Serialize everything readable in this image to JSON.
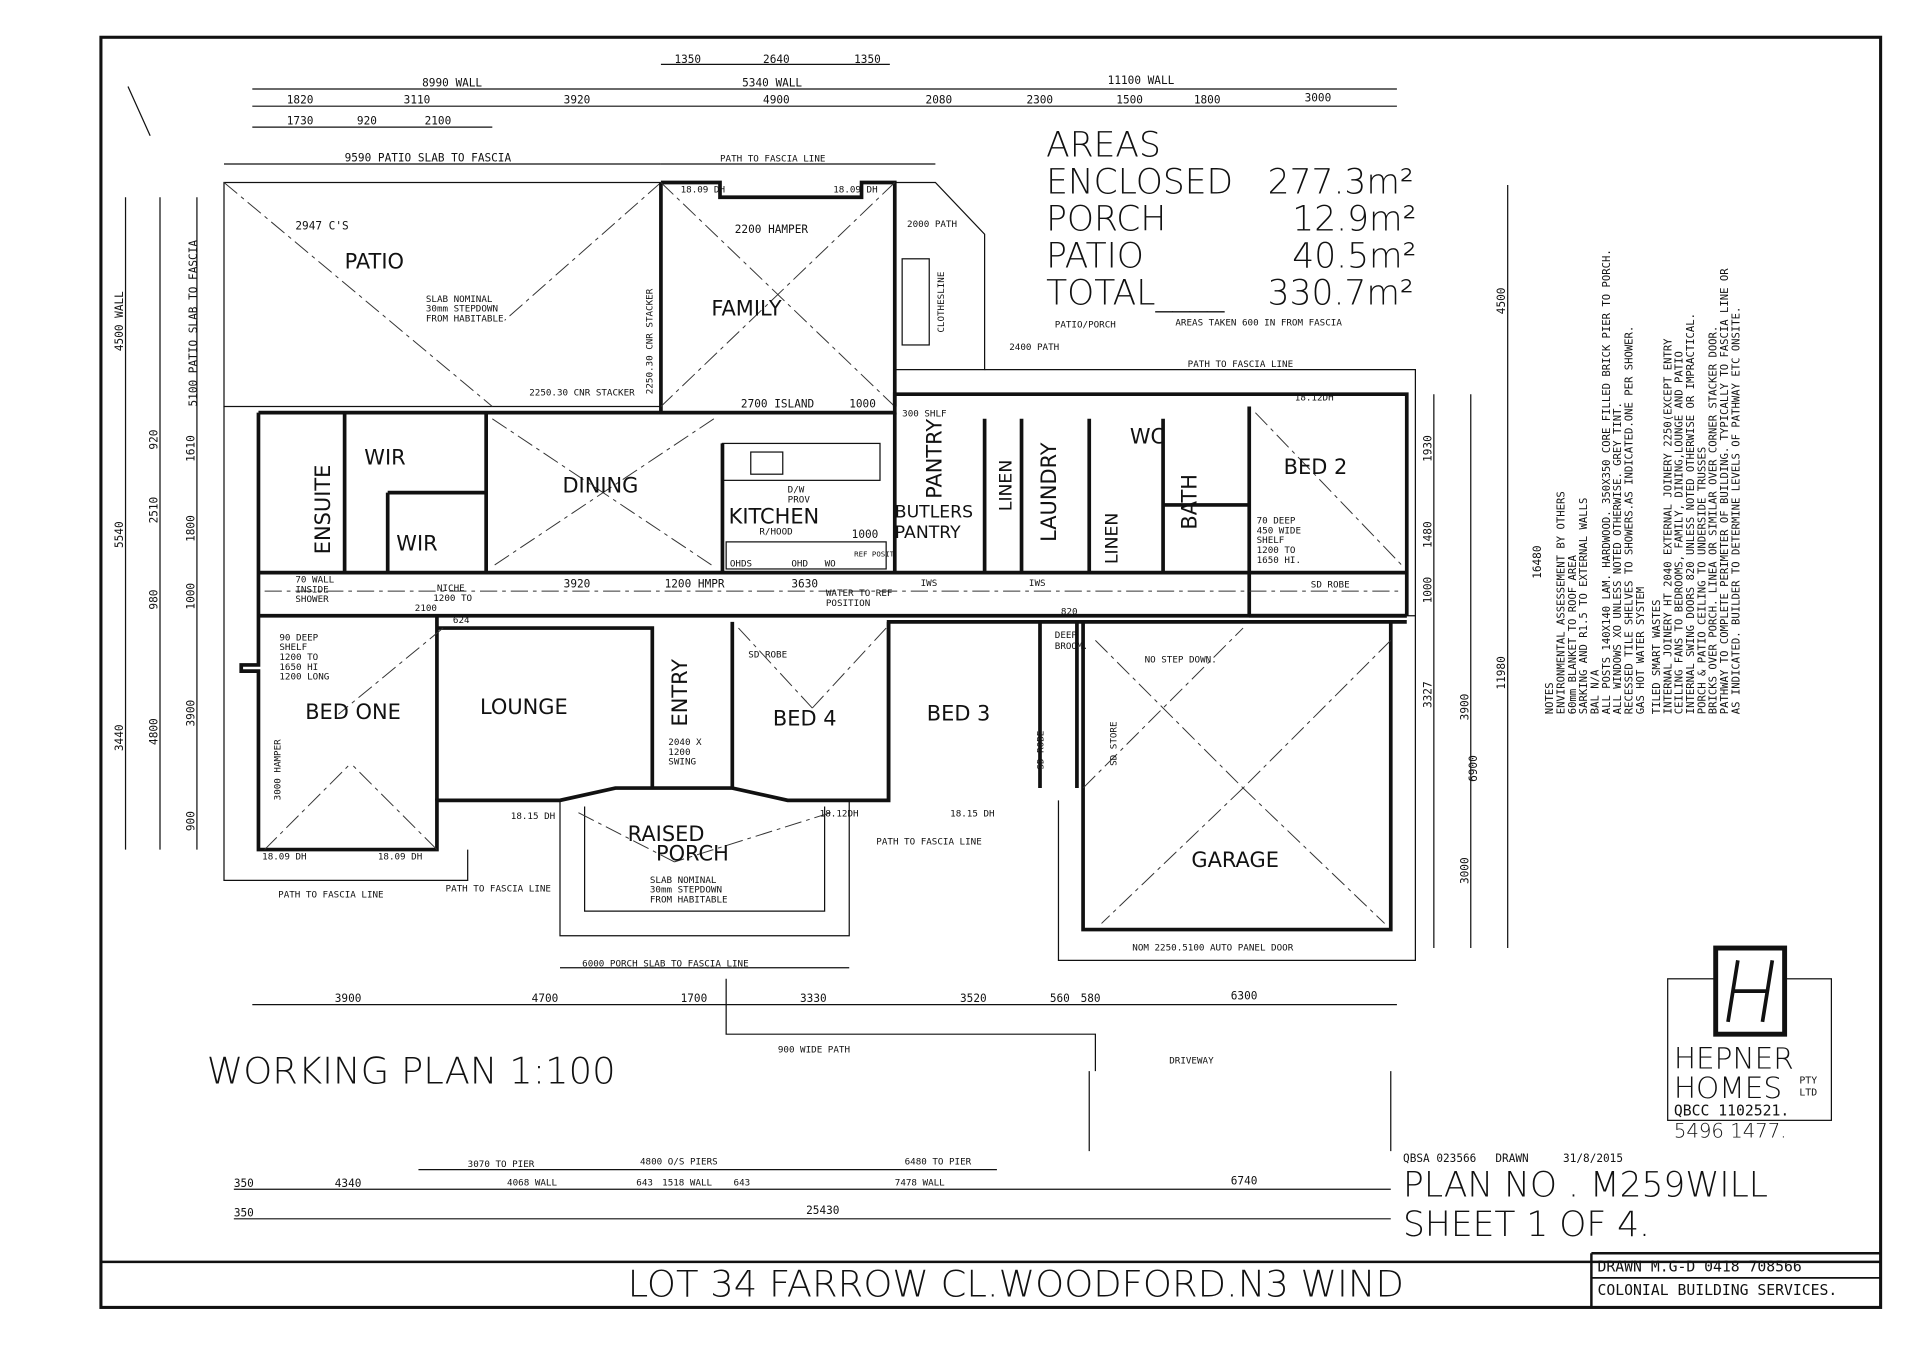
{
  "areas": {
    "heading": "AREAS",
    "rows": [
      {
        "label": "ENCLOSED",
        "value": "277.3m²"
      },
      {
        "label": "PORCH",
        "value": "12.9m²"
      },
      {
        "label": "PATIO",
        "value": "40.5m²"
      },
      {
        "label": "TOTAL____",
        "value": "330.7m²"
      }
    ],
    "footnote_left": "PATIO/PORCH",
    "footnote_right": "AREAS TAKEN 600 IN FROM FASCIA"
  },
  "rooms": {
    "patio": "PATIO",
    "patio_note": [
      "SLAB NOMINAL",
      "30mm STEPDOWN",
      "FROM HABITABLE"
    ],
    "family": "FAMILY",
    "dining": "DINING",
    "kitchen": "KITCHEN",
    "pantry": "PANTRY",
    "butlers_pantry": [
      "BUTLERS",
      "PANTRY"
    ],
    "linen": "LINEN",
    "laundry": "LAUNDRY",
    "linen2": "LINEN",
    "wc": "WC",
    "bath": "BATH",
    "bed2": "BED 2",
    "ensuite": "ENSUITE",
    "wir1": "WIR",
    "wir2": "WIR",
    "bed_one": "BED ONE",
    "lounge": "LOUNGE",
    "entry": "ENTRY",
    "bed4": "BED 4",
    "bed3": "BED 3",
    "garage": "GARAGE",
    "raised_porch": [
      "RAISED",
      "PORCH"
    ],
    "porch_note": [
      "SLAB NOMINAL",
      "30mm STEPDOWN",
      "FROM HABITABLE"
    ]
  },
  "annotations": {
    "patio_cs": "2947 C'S",
    "hamper_family": "2200 HAMPER",
    "clothesline": "CLOTHESLINE",
    "path_2000": "2000 PATH",
    "path_2400": "2400 PATH",
    "cnr_stacker_h": "2250.30 CNR STACKER",
    "cnr_stacker_v": "2250.30 CNR STACKER",
    "island": "2700 ISLAND",
    "island_1000": "1000",
    "shelf_300": "300 SHLF",
    "dw": [
      "D/W",
      "PROV"
    ],
    "rhood": "R/HOOD",
    "kitchen_row": [
      "OHDS",
      "OHD",
      "WO",
      "REF POSIT"
    ],
    "kitchen_1000": "1000",
    "hmpr": "1200 HMPR",
    "run_3630": "3630",
    "run_3920": "3920",
    "water_ref": [
      "WATER TO REF",
      "POSITION"
    ],
    "iws1": "IWS",
    "iws2": "IWS",
    "no_step": "NO STEP DOWN.",
    "deep_broom": [
      "820",
      "DEEP",
      "BROOM."
    ],
    "sd_robe1": "SD ROBE",
    "sd_robe2": "SD ROBE",
    "sd_robe3": "SD ROBE",
    "sd_store": "SD STORE",
    "bed2_shelf": [
      "70 DEEP",
      "450 WIDE",
      "SHELF",
      "1200 TO",
      "1650 HI."
    ],
    "ensuite_shelf": [
      "90 DEEP",
      "SHELF",
      "1200 TO",
      "1650 HI",
      "1200 LONG"
    ],
    "niche": [
      "NICHE",
      "1200 TO",
      "2100",
      "624"
    ],
    "shower_wall": [
      "70 WALL",
      "INSIDE",
      "SHOWER"
    ],
    "entry_swing": [
      "2040 X",
      "1200",
      "SWING"
    ],
    "garage_door": "NOM 2250.5100 AUTO PANEL DOOR",
    "driveway": "DRIVEWAY",
    "wide_path": "900 WIDE PATH",
    "path_fascia_top": "PATH TO FASCIA LINE",
    "path_fascia_mid": "PATH TO FASCIA LINE",
    "path_fascia_bl": "PATH TO FASCIA LINE",
    "path_fascia_bl2": "PATH TO FASCIA LINE",
    "path_fascia_porch": "PATH TO FASCIA LINE",
    "patio_slab_fascia": "9590 PATIO SLAB TO FASCIA",
    "porch_slab_fascia": "6000 PORCH SLAB TO FASCIA LINE",
    "hamper_3000": "3000 HAMPER",
    "dh": [
      "18.09 DH",
      "18.09 DH",
      "18.15 DH",
      "18.12DH",
      "18.15 DH",
      "18.09 DH",
      "18.09 DH",
      "18.12DH"
    ]
  },
  "dimensions": {
    "top_row1": [
      "1350",
      "2640",
      "1350"
    ],
    "top_row2": [
      "8990 WALL",
      "5340 WALL",
      "11100 WALL"
    ],
    "top_row3": [
      "1820",
      "3110",
      "3920",
      "4900",
      "2080",
      "2300",
      "1500",
      "1800",
      "3000"
    ],
    "top_row4": [
      "1730",
      "920",
      "2100"
    ],
    "left_col": [
      "4500 WALL",
      "5100 PATIO SLAB TO FASCIA",
      "5540",
      "3440",
      "4800",
      "920",
      "1610",
      "1800",
      "2510",
      "980",
      "1000",
      "3900",
      "900"
    ],
    "right_col": [
      "4500",
      "16480",
      "11980",
      "6900",
      "3900",
      "3000",
      "1930",
      "1480",
      "1000",
      "3327"
    ],
    "bottom_row1": [
      "3900",
      "4700",
      "1700",
      "3330",
      "3520",
      "560",
      "580",
      "6300"
    ],
    "bottom_row2": [
      "3070 TO PIER",
      "4800 O/S PIERS",
      "6480 TO PIER"
    ],
    "bottom_row3": [
      "350",
      "4340",
      "4068 WALL",
      "643",
      "1518 WALL",
      "643",
      "7478 WALL",
      "6740"
    ],
    "bottom_row4": [
      "350",
      "25430"
    ]
  },
  "notes": [
    "NOTES",
    "ENVIRONMENTAL ASSESSEMENT BY OTHERS",
    "60mm BLANKET TO ROOF AREA",
    "SARKING AND R1.5 TO EXTERNAL WALLS",
    "BAL N/A",
    "ALL POSTS 140X140 LAM. HARDWOOD. 350X350 CORE FILLED BRICK PIER TO PORCH.",
    "ALL WINDOWS XO UNLESS NOTED OTHERWISE. GREY TINT.",
    "RECESSED TILE SHELVES TO SHOWERS.AS INDICATED.ONE PER SHOWER.",
    "GAS HOT WATER SYSTEM",
    "TILED SMART WASTES",
    "INTERNAL JOINERY HT 2040    EXTERNAL JOINERY 2250(EXCEPT ENTRY",
    "CEILING FANS TO BEDROOMS, FAMILY, DINING,LOUNGE AND PATIO",
    "INTERNAL SWING DOORS 820 UNLESS NOTED OTHERWISE OR IMPRACTICAL.",
    "PORCH & PATIO CEILING TO UNDERSIDE TRUSSES",
    "BRICKS OVER PORCH. LINEA OR SIMILAR OVER CORNER STACKER DOOR.",
    "PATHWAY TO COMPLETE PERIMETER OF BUILDING. TYPICALLY TO FASCIA LINE OR",
    "   AS INDICATED.  BUILDER TO DETERMINE LEVELS OF PATHWAY ETC ONSITE."
  ],
  "working_plan": "WORKING PLAN 1:100",
  "logo": {
    "letter": "H",
    "line1": "HEPNER",
    "line2": "HOMES",
    "pty": "PTY",
    "ltd": "LTD",
    "qbcc": "QBCC 1102521.",
    "phone": "5496 1477."
  },
  "title_block": {
    "qbsa": "QBSA 023566",
    "drawn": "DRAWN",
    "date": "31/8/2015",
    "plan_no": "PLAN NO . M259WILL",
    "sheet": "SHEET 1 OF 4.",
    "lot": "LOT 34 FARROW CL.WOODFORD.N3 WIND",
    "drawn_by": "DRAWN M.G-D 0418 708566",
    "company": "COLONIAL BUILDING SERVICES."
  }
}
